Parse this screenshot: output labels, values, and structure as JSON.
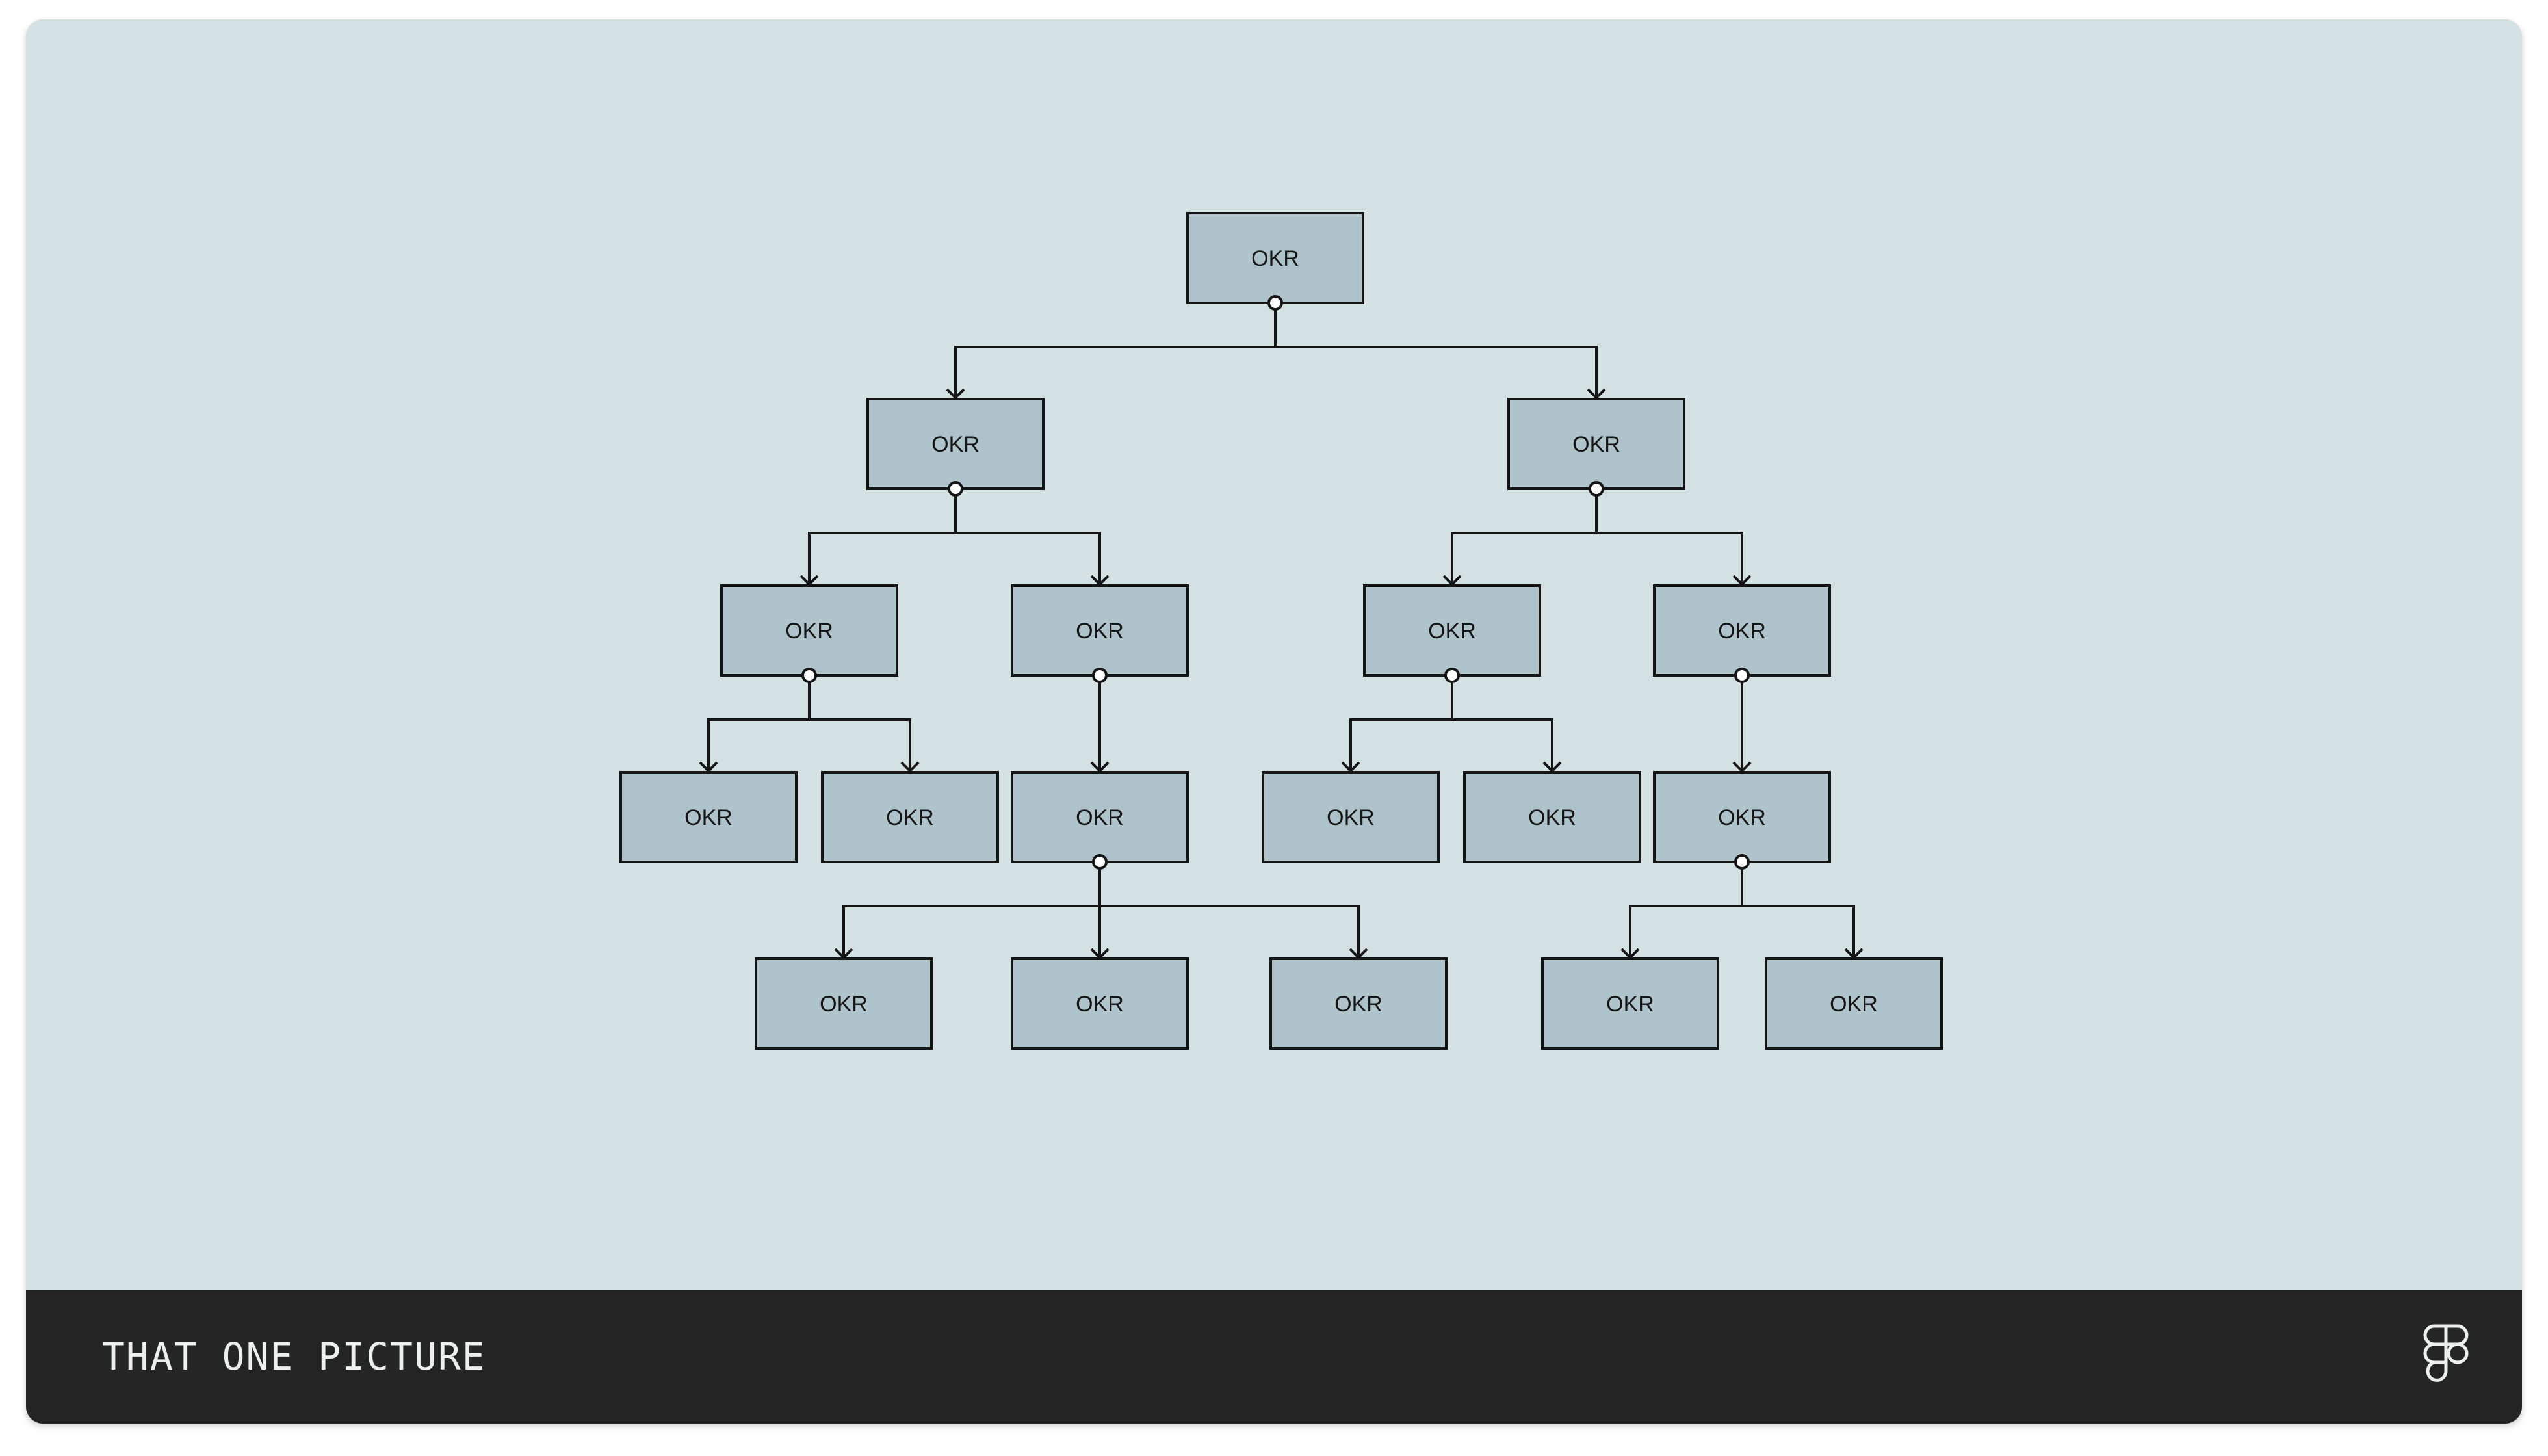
{
  "footer": {
    "title": "THAT ONE PICTURE",
    "logo_icon": "figma-logo-icon"
  },
  "colors": {
    "canvas_background": "#d4e1e2",
    "node_fill": "#aec3ca",
    "stroke": "#151515",
    "footer_background": "#252525",
    "footer_text": "#ecefef"
  },
  "diagram": {
    "type": "tree",
    "nodes": [
      {
        "id": "n1",
        "label": "OKR"
      },
      {
        "id": "n2",
        "label": "OKR"
      },
      {
        "id": "n3",
        "label": "OKR"
      },
      {
        "id": "n4",
        "label": "OKR"
      },
      {
        "id": "n5",
        "label": "OKR"
      },
      {
        "id": "n6",
        "label": "OKR"
      },
      {
        "id": "n7",
        "label": "OKR"
      },
      {
        "id": "n8",
        "label": "OKR"
      },
      {
        "id": "n9",
        "label": "OKR"
      },
      {
        "id": "n10",
        "label": "OKR"
      },
      {
        "id": "n11",
        "label": "OKR"
      },
      {
        "id": "n12",
        "label": "OKR"
      },
      {
        "id": "n13",
        "label": "OKR"
      },
      {
        "id": "n14",
        "label": "OKR"
      },
      {
        "id": "n15",
        "label": "OKR"
      },
      {
        "id": "n16",
        "label": "OKR"
      },
      {
        "id": "n17",
        "label": "OKR"
      },
      {
        "id": "n18",
        "label": "OKR"
      },
      {
        "id": "n19",
        "label": "OKR"
      }
    ],
    "edges": [
      {
        "from": "n1",
        "to": "n2"
      },
      {
        "from": "n1",
        "to": "n3"
      },
      {
        "from": "n2",
        "to": "n4"
      },
      {
        "from": "n2",
        "to": "n5"
      },
      {
        "from": "n3",
        "to": "n6"
      },
      {
        "from": "n3",
        "to": "n7"
      },
      {
        "from": "n4",
        "to": "n8"
      },
      {
        "from": "n4",
        "to": "n9"
      },
      {
        "from": "n5",
        "to": "n10"
      },
      {
        "from": "n6",
        "to": "n11"
      },
      {
        "from": "n6",
        "to": "n12"
      },
      {
        "from": "n7",
        "to": "n13"
      },
      {
        "from": "n10",
        "to": "n14"
      },
      {
        "from": "n10",
        "to": "n15"
      },
      {
        "from": "n10",
        "to": "n16"
      },
      {
        "from": "n13",
        "to": "n17"
      },
      {
        "from": "n13",
        "to": "n18"
      }
    ]
  }
}
